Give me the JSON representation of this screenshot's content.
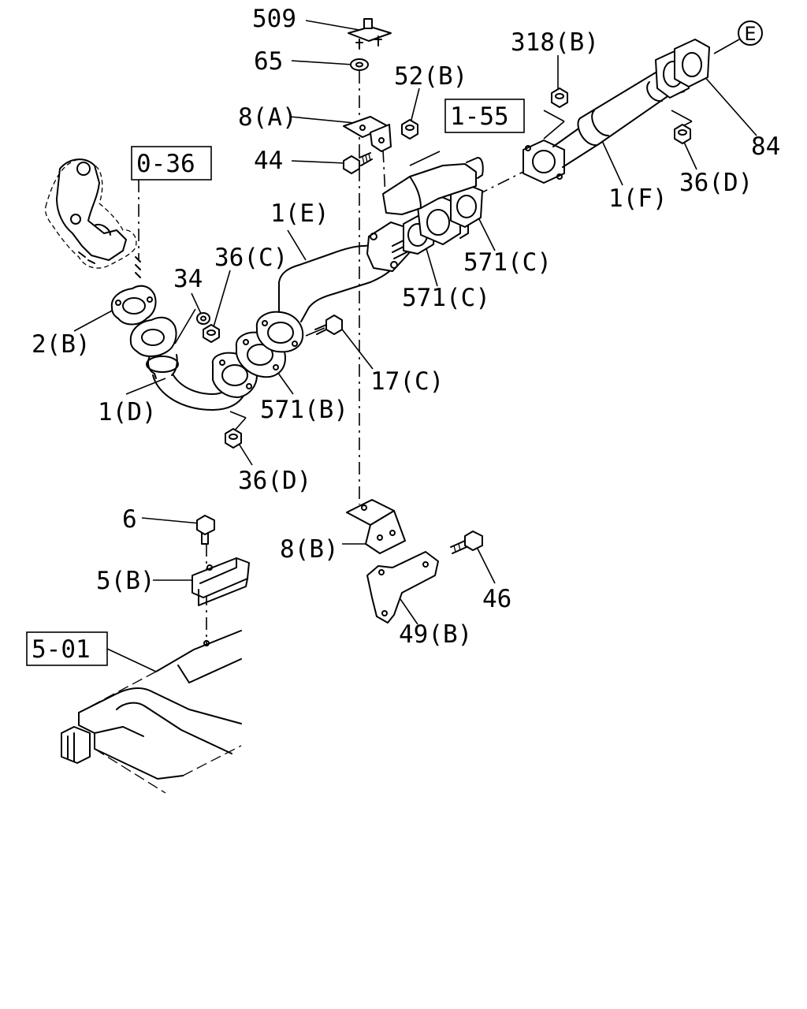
{
  "callouts": {
    "p509": "509",
    "p65": "65",
    "p52b": "52(B)",
    "p318b": "318(B)",
    "p8a": "8(A)",
    "p44": "44",
    "p1e": "1(E)",
    "p36c": "36(C)",
    "p34": "34",
    "p2b": "2(B)",
    "p1d": "1(D)",
    "p571b": "571(B)",
    "p36d_lower": "36(D)",
    "p17c": "17(C)",
    "p571c_lower": "571(C)",
    "p571c_upper": "571(C)",
    "p1f": "1(F)",
    "p36d_upper": "36(D)",
    "p84": "84",
    "p6": "6",
    "p5b": "5(B)",
    "p8b": "8(B)",
    "p46": "46",
    "p49b": "49(B)"
  },
  "refs": {
    "r036": "0-36",
    "r155": "1-55",
    "r501": "5-01"
  },
  "connector": "E"
}
